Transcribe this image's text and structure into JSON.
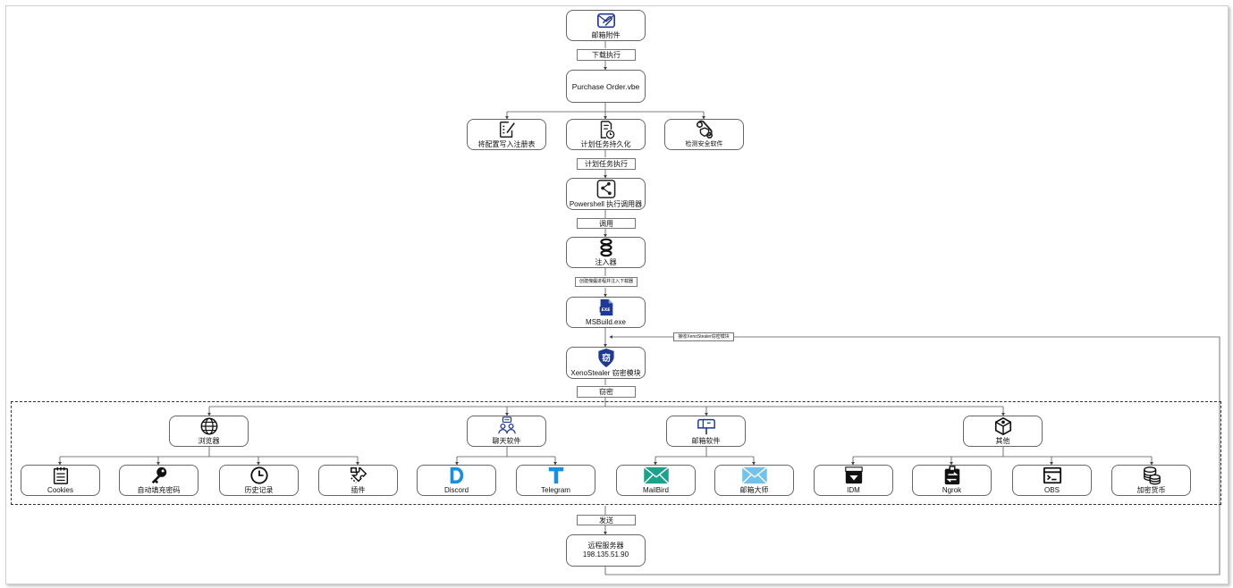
{
  "nodes": {
    "email_attachment": "邮箱附件",
    "purchase_order": "Purchase Order.vbe",
    "write_registry": "将配置写入注册表",
    "scheduled_task": "计划任务持久化",
    "detect_security": "检测安全软件",
    "powershell_caller": "Powershell 执行调用器",
    "injector": "注入器",
    "msbuild": "MSBuild.exe",
    "xenostealer": "XenoStealer 窃密模块",
    "browser": "浏览器",
    "chat_software": "聊天软件",
    "mail_software": "邮箱软件",
    "other": "其他",
    "cookies": "Cookies",
    "autofill": "自动填充密码",
    "history": "历史记录",
    "plugins": "插件",
    "discord": "Discord",
    "telegram": "Telegram",
    "mailbird": "MailBird",
    "mailmaster": "邮箱大师",
    "idm": "IDM",
    "ngrok": "Ngrok",
    "obs": "OBS",
    "crypto": "加密货币",
    "server_title": "远程服务器",
    "server_ip": "198.135.51.90"
  },
  "edges": {
    "download_exec": "下载执行",
    "task_exec": "计划任务执行",
    "invoke": "调用",
    "inject": "创建傀儡进程并注入下载器",
    "receive": "接收XenoStealer窃密模块",
    "steal": "窃密",
    "send": "发送"
  },
  "icons": {
    "email_attachment": "paperclip-envelope-icon",
    "write_registry": "edit-document-icon",
    "scheduled_task": "document-clock-icon",
    "detect_security": "shield-link-icon",
    "powershell_caller": "share-nodes-icon",
    "injector": "syringe-icon",
    "msbuild": "exe-file-icon",
    "xenostealer": "shield-steal-icon",
    "browser": "globe-icon",
    "chat_software": "users-chat-icon",
    "mail_software": "mailbox-icon",
    "other": "cube-icon",
    "cookies": "notepad-icon",
    "autofill": "key-icon",
    "history": "clock-icon",
    "plugins": "puzzle-icon",
    "discord": "discord-logo-icon",
    "telegram": "telegram-logo-icon",
    "mailbird": "mail-envelope-icon",
    "mailmaster": "mail-envelope-light-icon",
    "idm": "download-box-icon",
    "ngrok": "transfer-icon",
    "obs": "terminal-icon",
    "crypto": "coins-icon"
  },
  "colors": {
    "primary_icon": "#1f3a93",
    "teal": "#19a38a",
    "light_blue": "#6fc2ec",
    "discord_blue": "#1a8fdb",
    "border": "#666666"
  }
}
